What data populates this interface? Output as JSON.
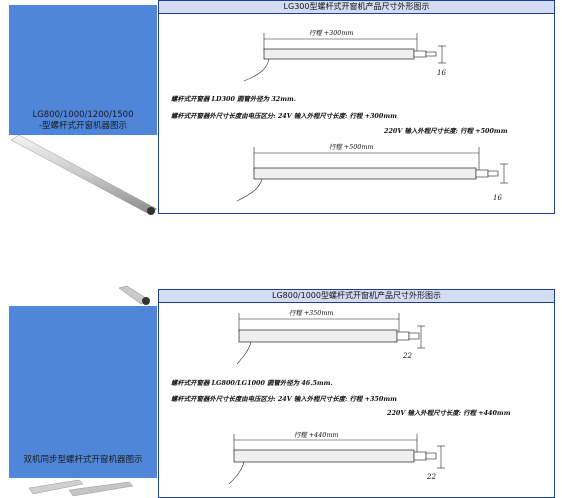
{
  "section1": {
    "sidebar_label": "LG800/1000/1200/1500\n-型螺杆式开窗机器图示",
    "title": "LG300型螺杆式开窗机产品尺寸外形图示",
    "top_dim": "行程 +300mm",
    "top_side": "16",
    "note1": "螺杆式开窗器 LD300 圆管外径为 32mm.",
    "note2": "螺杆式开窗器外尺寸长度由电压区分: 24V 输入外程尺寸长度: 行程 +300mm",
    "note3": "220V 输入外程尺寸长度: 行程 +500mm",
    "bottom_dim": "行程 +500mm",
    "bottom_side": "16"
  },
  "section2": {
    "sidebar_label": "双机同步型螺杆式开窗机器图示",
    "title": "LG800/1000型螺杆式开窗机产品尺寸外形图示",
    "top_dim": "行程 +350mm",
    "top_side": "22",
    "note1": "螺杆式开窗器 LG800/LG1000 圆管外径为 46.5mm.",
    "note2": "螺杆式开窗器外尺寸长度由电压区分: 24V 输入外程尺寸长度: 行程 +350mm",
    "note3": "220V 输入外程尺寸长度: 行程 +440mm",
    "bottom_dim": "行程 +440mm",
    "bottom_side": "22"
  },
  "colors": {
    "sidebar": "#4f86d9",
    "title_bar": "#d4dcf3",
    "border": "#1f3f8f"
  }
}
